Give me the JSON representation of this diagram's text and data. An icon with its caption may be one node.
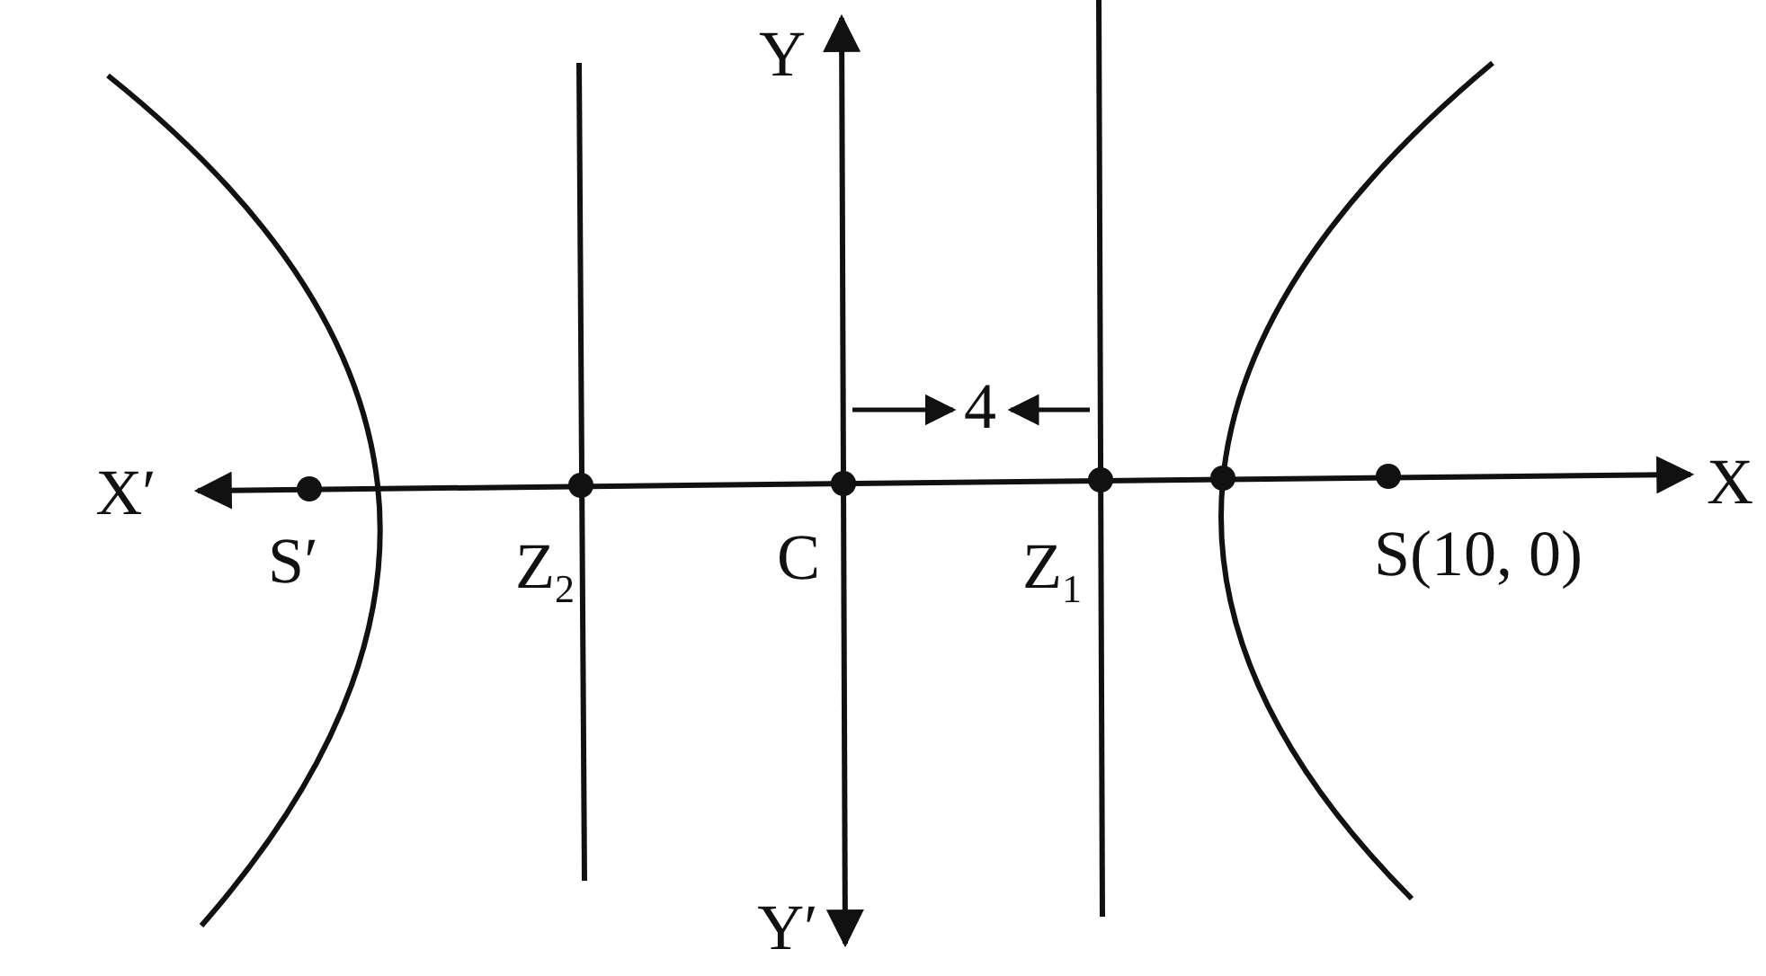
{
  "diagram": {
    "labels": [
      "Y",
      "4",
      "X′",
      "X",
      "S′",
      "Z$_{2}$",
      "C",
      "Z$_{1}$",
      "S(10, 0)",
      "Y′"
    ]
  }
}
